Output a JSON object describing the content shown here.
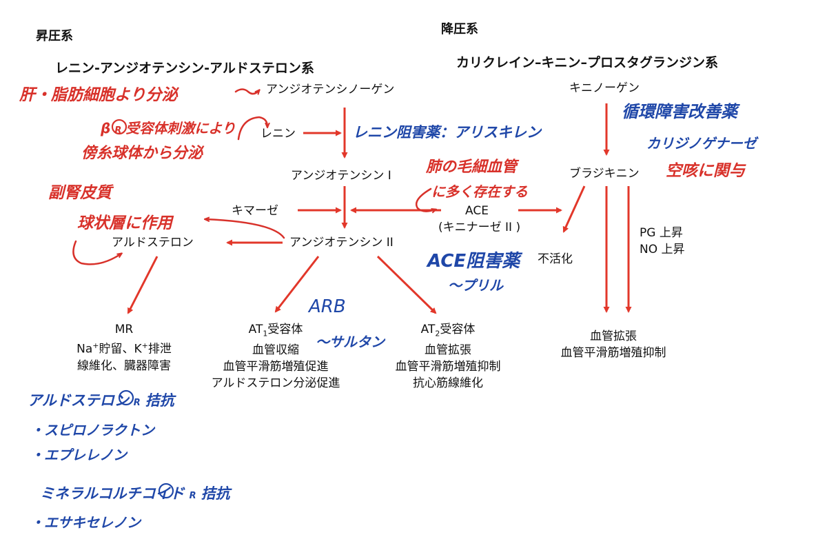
{
  "colors": {
    "arrow": "#e2372a",
    "red_note": "#d8312a",
    "blue_note": "#1f47a8",
    "text": "#111111"
  },
  "headers": {
    "pressor": "昇圧系",
    "depressor": "降圧系",
    "raas": "レニン-アンジオテンシン-アルドステロン系",
    "kks": "カリクレイン–キニン–プロスタグランジン系"
  },
  "nodes": {
    "angiotensinogen": "アンジオテンシノーゲン",
    "renin": "レニン",
    "ang1": "アンジオテンシン I",
    "chymase": "キマーゼ",
    "ace": "ACE",
    "kininase": "(キニナーゼ II )",
    "aldosterone": "アルドステロン",
    "ang2": "アンジオテンシン II",
    "kininogen": "キニノーゲン",
    "bradykinin": "ブラジキニン",
    "inactivation": "不活化",
    "pg_up": "PG 上昇",
    "no_up": "NO 上昇"
  },
  "mr": {
    "title": "MR",
    "na": "Na",
    "plus1": "+",
    "retention": "貯留、K",
    "plus2": "+",
    "excretion": "排泄",
    "line3": "線維化、臓器障害"
  },
  "at1": {
    "prefix": "AT",
    "sub": "1",
    "suffix": "受容体",
    "lines": [
      "血管収縮",
      "血管平滑筋増殖促進",
      "アルドステロン分泌促進"
    ]
  },
  "at2": {
    "prefix": "AT",
    "sub": "2",
    "suffix": "受容体",
    "lines": [
      "血管拡張",
      "血管平滑筋増殖抑制",
      "抗心筋線維化"
    ]
  },
  "bk_effect": {
    "lines": [
      "血管拡張",
      "血管平滑筋増殖抑制"
    ]
  },
  "notes_red": {
    "liver": "肝・脂肪細胞より分泌",
    "beta1": "β",
    "beta2": "受容体刺激により",
    "jga": "傍糸球体から分泌",
    "lung1": "肺の毛細血管",
    "lung2": "に多く存在する",
    "adrenal1": "副腎皮質",
    "adrenal2": "球状層に作用",
    "cough1": "空咳に関与"
  },
  "notes_blue": {
    "renin_inh": "レニン阻害薬：アリスキレン",
    "circ": "循環障害改善薬",
    "kallidinogenase": "カリジノゲナーゼ",
    "acei1": "ACE阻害薬",
    "acei2": "〜プリル",
    "arb1": "ARB",
    "arb2": "〜サルタン",
    "mra1": "アルドステロン",
    "mra1b": "拮抗",
    "mra2": "・スピロノラクトン",
    "mra3": "・エプレレノン",
    "mcr1": "ミネラルコルチコイド",
    "mcr1b": "拮抗",
    "mcr2": "・エサキセレノン"
  },
  "receptor_mark": "R"
}
